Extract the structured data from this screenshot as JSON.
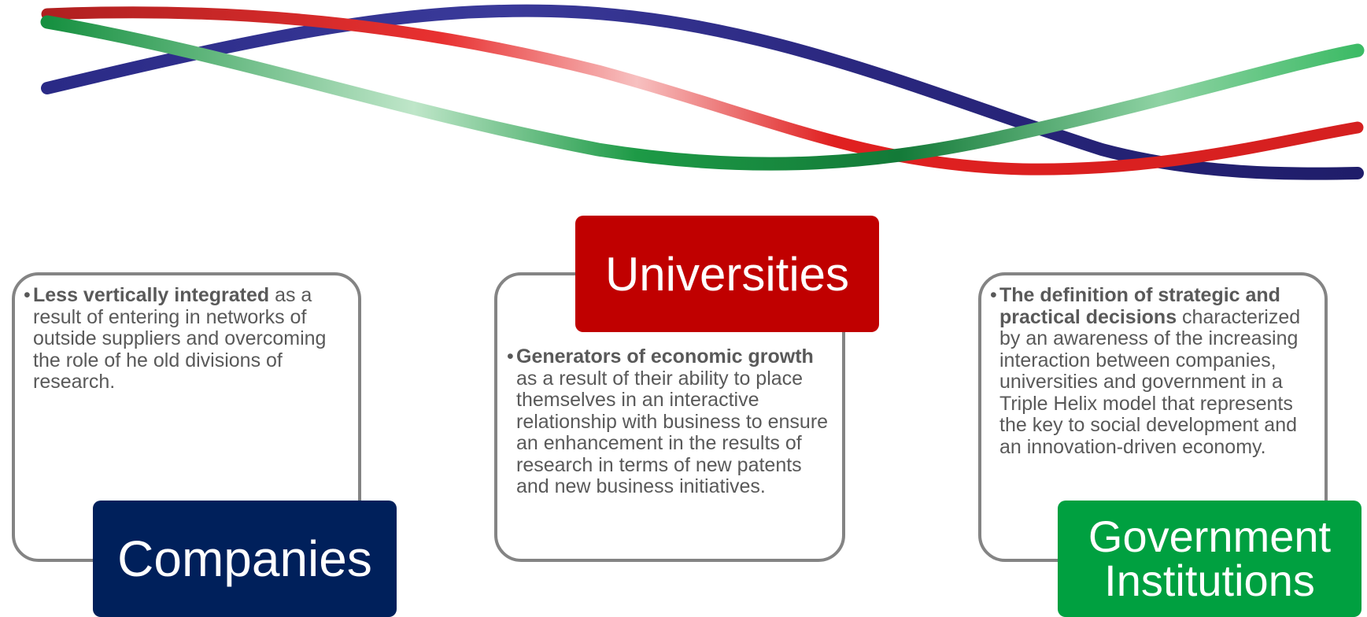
{
  "colors": {
    "companies": "#00205b",
    "universities": "#c00000",
    "government": "#00a040",
    "panel_border": "#848484",
    "body_text": "#595959",
    "ribbon_blue": "#2b2880",
    "ribbon_red": "#e02020",
    "ribbon_green": "#1fa04a"
  },
  "banner": {
    "icon": "triple-helix-ribbons"
  },
  "companies": {
    "label": "Companies",
    "bullet": "•",
    "bold": "Less vertically integrated",
    "text": " as a result of entering in networks of outside suppliers and overcoming the role of he old divisions of research."
  },
  "universities": {
    "label": "Universities",
    "bullet": "•",
    "bold": "Generators of economic growth",
    "text": " as a result of their ability to place themselves in an interactive relationship with business to ensure an enhancement in the results of research in terms of new patents and new business initiatives."
  },
  "government": {
    "label_line1": "Government",
    "label_line2": "Institutions",
    "bullet": "•",
    "bold": "The definition of strategic and practical decisions",
    "text": " characterized by an awareness of the increasing interaction between companies, universities and government in a Triple Helix model that represents the key to social development and an innovation-driven economy."
  }
}
